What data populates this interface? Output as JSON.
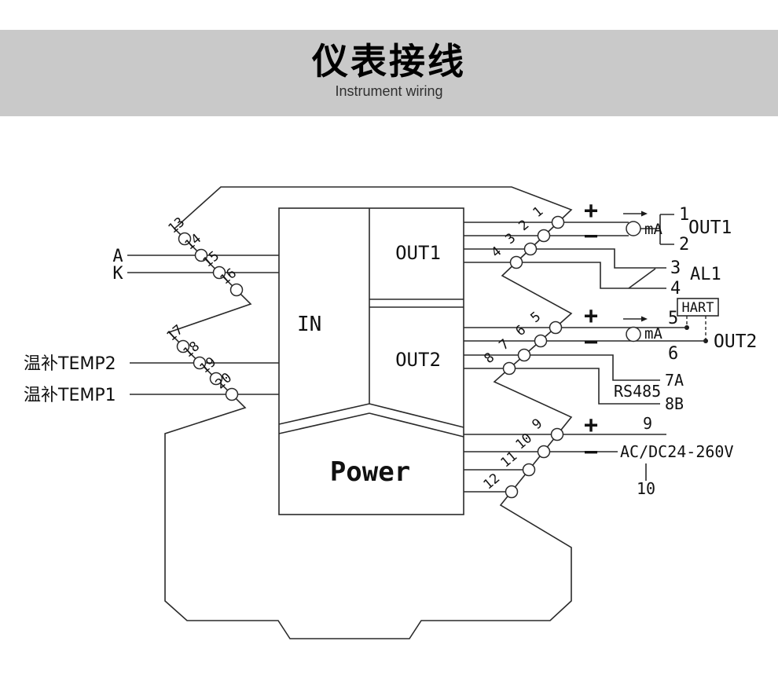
{
  "header": {
    "title": "仪表接线",
    "subtitle": "Instrument wiring"
  },
  "colors": {
    "banner_bg": "#c9c9c9",
    "line": "#2a2a2a"
  },
  "device": {
    "in_label": "IN",
    "out1_label": "OUT1",
    "out2_label": "OUT2",
    "power_label": "Power"
  },
  "left": {
    "input_a": "A",
    "input_k": "K",
    "temp2": "温补TEMP2",
    "temp1": "温补TEMP1",
    "terminals": [
      "13",
      "14",
      "15",
      "16",
      "17",
      "18",
      "19",
      "20"
    ]
  },
  "right": {
    "terminals": [
      "1",
      "2",
      "3",
      "4",
      "5",
      "6",
      "7",
      "8",
      "9",
      "10",
      "11",
      "12"
    ],
    "out1": {
      "plus": "+",
      "minus": "−",
      "meter": "mA",
      "term_a": "1",
      "term_b": "2",
      "label": "OUT1"
    },
    "al1": {
      "term_a": "3",
      "term_b": "4",
      "label": "AL1"
    },
    "hart": {
      "label": "HART"
    },
    "out2": {
      "plus": "+",
      "minus": "−",
      "meter": "mA",
      "term_a": "5",
      "term_b": "6",
      "label": "OUT2"
    },
    "rs485": {
      "label": "RS485",
      "term_a": "7A",
      "term_b": "8B"
    },
    "power": {
      "plus": "+",
      "minus": "−",
      "term_a": "9",
      "term_b": "10",
      "label": "AC/DC24-260V"
    }
  }
}
